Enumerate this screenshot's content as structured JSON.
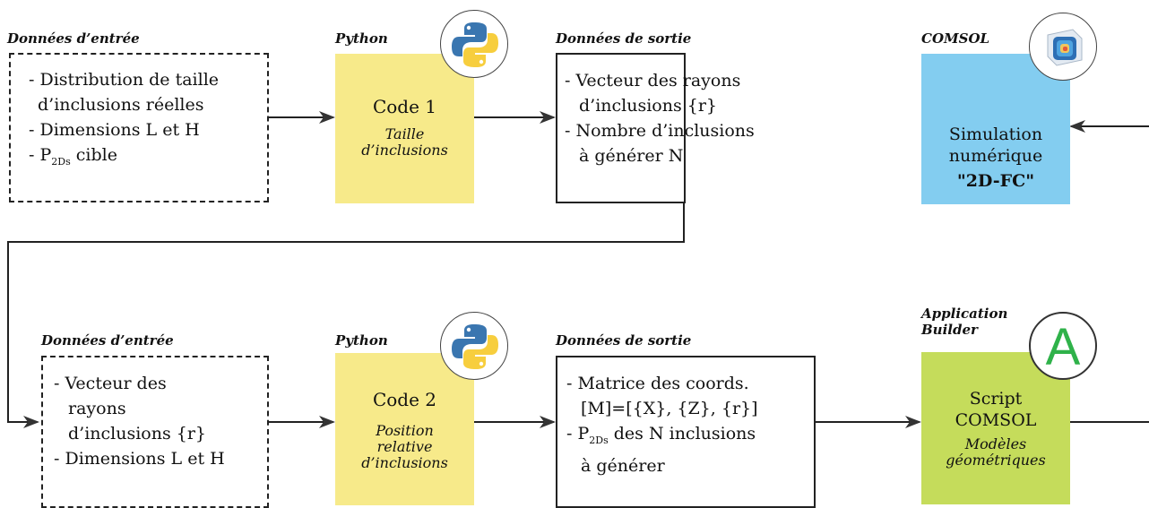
{
  "row1": {
    "input_label": "Données d’entrée",
    "input_items": [
      "- Distribution de taille",
      " d’inclusions réelles",
      "- Dimensions L et H",
      "- P",
      "2Ds",
      " cible"
    ],
    "python_label": "Python",
    "code_title": "Code 1",
    "code_sub": [
      "Taille",
      "d’inclusions"
    ],
    "output_label": "Données de sortie",
    "output_items": [
      "- Vecteur des rayons",
      "  d’inclusions {r}",
      "- Nombre d’inclusions",
      "  à générer N"
    ],
    "comsol_label": "COMSOL",
    "sim_title": [
      "Simulation",
      "numérique"
    ],
    "sim_bold": "\"2D-FC\""
  },
  "row2": {
    "input_label": "Données d’entrée",
    "input_items": [
      "- Vecteur des",
      "  rayons",
      "  d’inclusions {r}",
      "- Dimensions L et H"
    ],
    "python_label": "Python",
    "code_title": "Code 2",
    "code_sub": [
      "Position",
      "relative",
      "d’inclusions"
    ],
    "output_label": "Données de sortie",
    "output_items": [
      "- Matrice des coords.",
      "  [M]=[{X}, {Z}, {r}]",
      "- P",
      "2Ds",
      " des N inclusions",
      "  à générer"
    ],
    "app_label": [
      "Application",
      "Builder"
    ],
    "app_letter": "A",
    "script_title": [
      "Script",
      "COMSOL"
    ],
    "script_sub": [
      "Modèles",
      "géométriques"
    ]
  },
  "icons": {
    "python1": "python-logo-icon",
    "python2": "python-logo-icon",
    "comsol": "comsol-logo-icon",
    "app_builder": "application-builder-icon"
  },
  "colors": {
    "python_box": "#f7ea8a",
    "simulation_box": "#83cdf0",
    "script_box": "#c5dc5b",
    "app_builder_letter": "#2fb24a"
  }
}
